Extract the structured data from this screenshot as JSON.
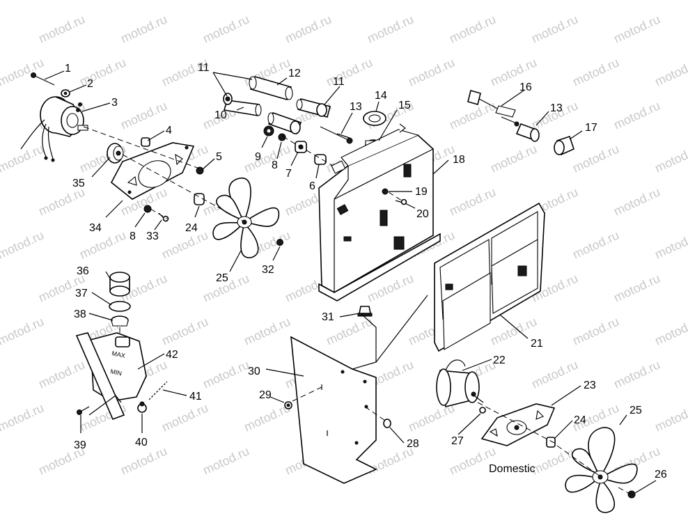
{
  "watermark": "motod.ru",
  "note": "Domestic",
  "callouts": [
    "1",
    "2",
    "3",
    "4",
    "5",
    "6",
    "7",
    "8",
    "9",
    "10",
    "11",
    "12",
    "13",
    "14",
    "15",
    "16",
    "17",
    "18",
    "19",
    "20",
    "21",
    "22",
    "23",
    "24",
    "25",
    "26",
    "27",
    "28",
    "29",
    "30",
    "31",
    "32",
    "33",
    "34",
    "35",
    "36",
    "37",
    "38",
    "39",
    "40",
    "41",
    "42"
  ],
  "labels": [
    {
      "text": "1"
    },
    {
      "text": "2"
    },
    {
      "text": "3"
    },
    {
      "text": "4"
    },
    {
      "text": "5"
    },
    {
      "text": "35"
    },
    {
      "text": "34"
    },
    {
      "text": "8"
    },
    {
      "text": "33"
    },
    {
      "text": "24"
    },
    {
      "text": "25"
    },
    {
      "text": "32"
    },
    {
      "text": "11"
    },
    {
      "text": "12"
    },
    {
      "text": "10"
    },
    {
      "text": "11"
    },
    {
      "text": "13"
    },
    {
      "text": "14"
    },
    {
      "text": "15"
    },
    {
      "text": "9"
    },
    {
      "text": "8"
    },
    {
      "text": "7"
    },
    {
      "text": "6"
    },
    {
      "text": "18"
    },
    {
      "text": "19"
    },
    {
      "text": "20"
    },
    {
      "text": "16"
    },
    {
      "text": "13"
    },
    {
      "text": "17"
    },
    {
      "text": "21"
    },
    {
      "text": "31"
    },
    {
      "text": "36"
    },
    {
      "text": "37"
    },
    {
      "text": "38"
    },
    {
      "text": "42"
    },
    {
      "text": "41"
    },
    {
      "text": "39"
    },
    {
      "text": "40"
    },
    {
      "text": "30"
    },
    {
      "text": "29"
    },
    {
      "text": "28"
    },
    {
      "text": "22"
    },
    {
      "text": "23"
    },
    {
      "text": "27"
    },
    {
      "text": "24"
    },
    {
      "text": "25"
    },
    {
      "text": "26"
    }
  ]
}
